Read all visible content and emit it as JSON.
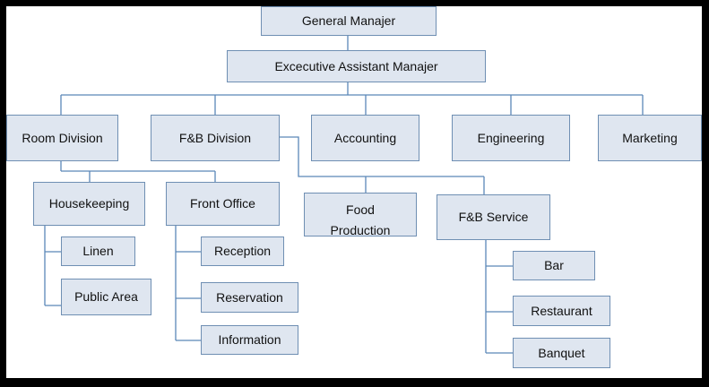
{
  "org_chart": {
    "general_manager": "General Manajer",
    "executive_assistant_manager": "Excecutive Assistant Manajer",
    "divisions": {
      "room_division": "Room Division",
      "fb_division": "F&B Division",
      "accounting": "Accounting",
      "engineering": "Engineering",
      "marketing": "Marketing"
    },
    "room_division_units": {
      "housekeeping": "Housekeeping",
      "front_office": "Front Office"
    },
    "housekeeping_units": [
      "Linen",
      "Public Area"
    ],
    "front_office_units": [
      "Reception",
      "Reservation",
      "Information"
    ],
    "fb_division_units": {
      "food_production_line1": "Food",
      "food_production_line2": "Production",
      "fb_service": "F&B Service"
    },
    "fb_service_units": [
      "Bar",
      "Restaurant",
      "Banquet"
    ]
  }
}
